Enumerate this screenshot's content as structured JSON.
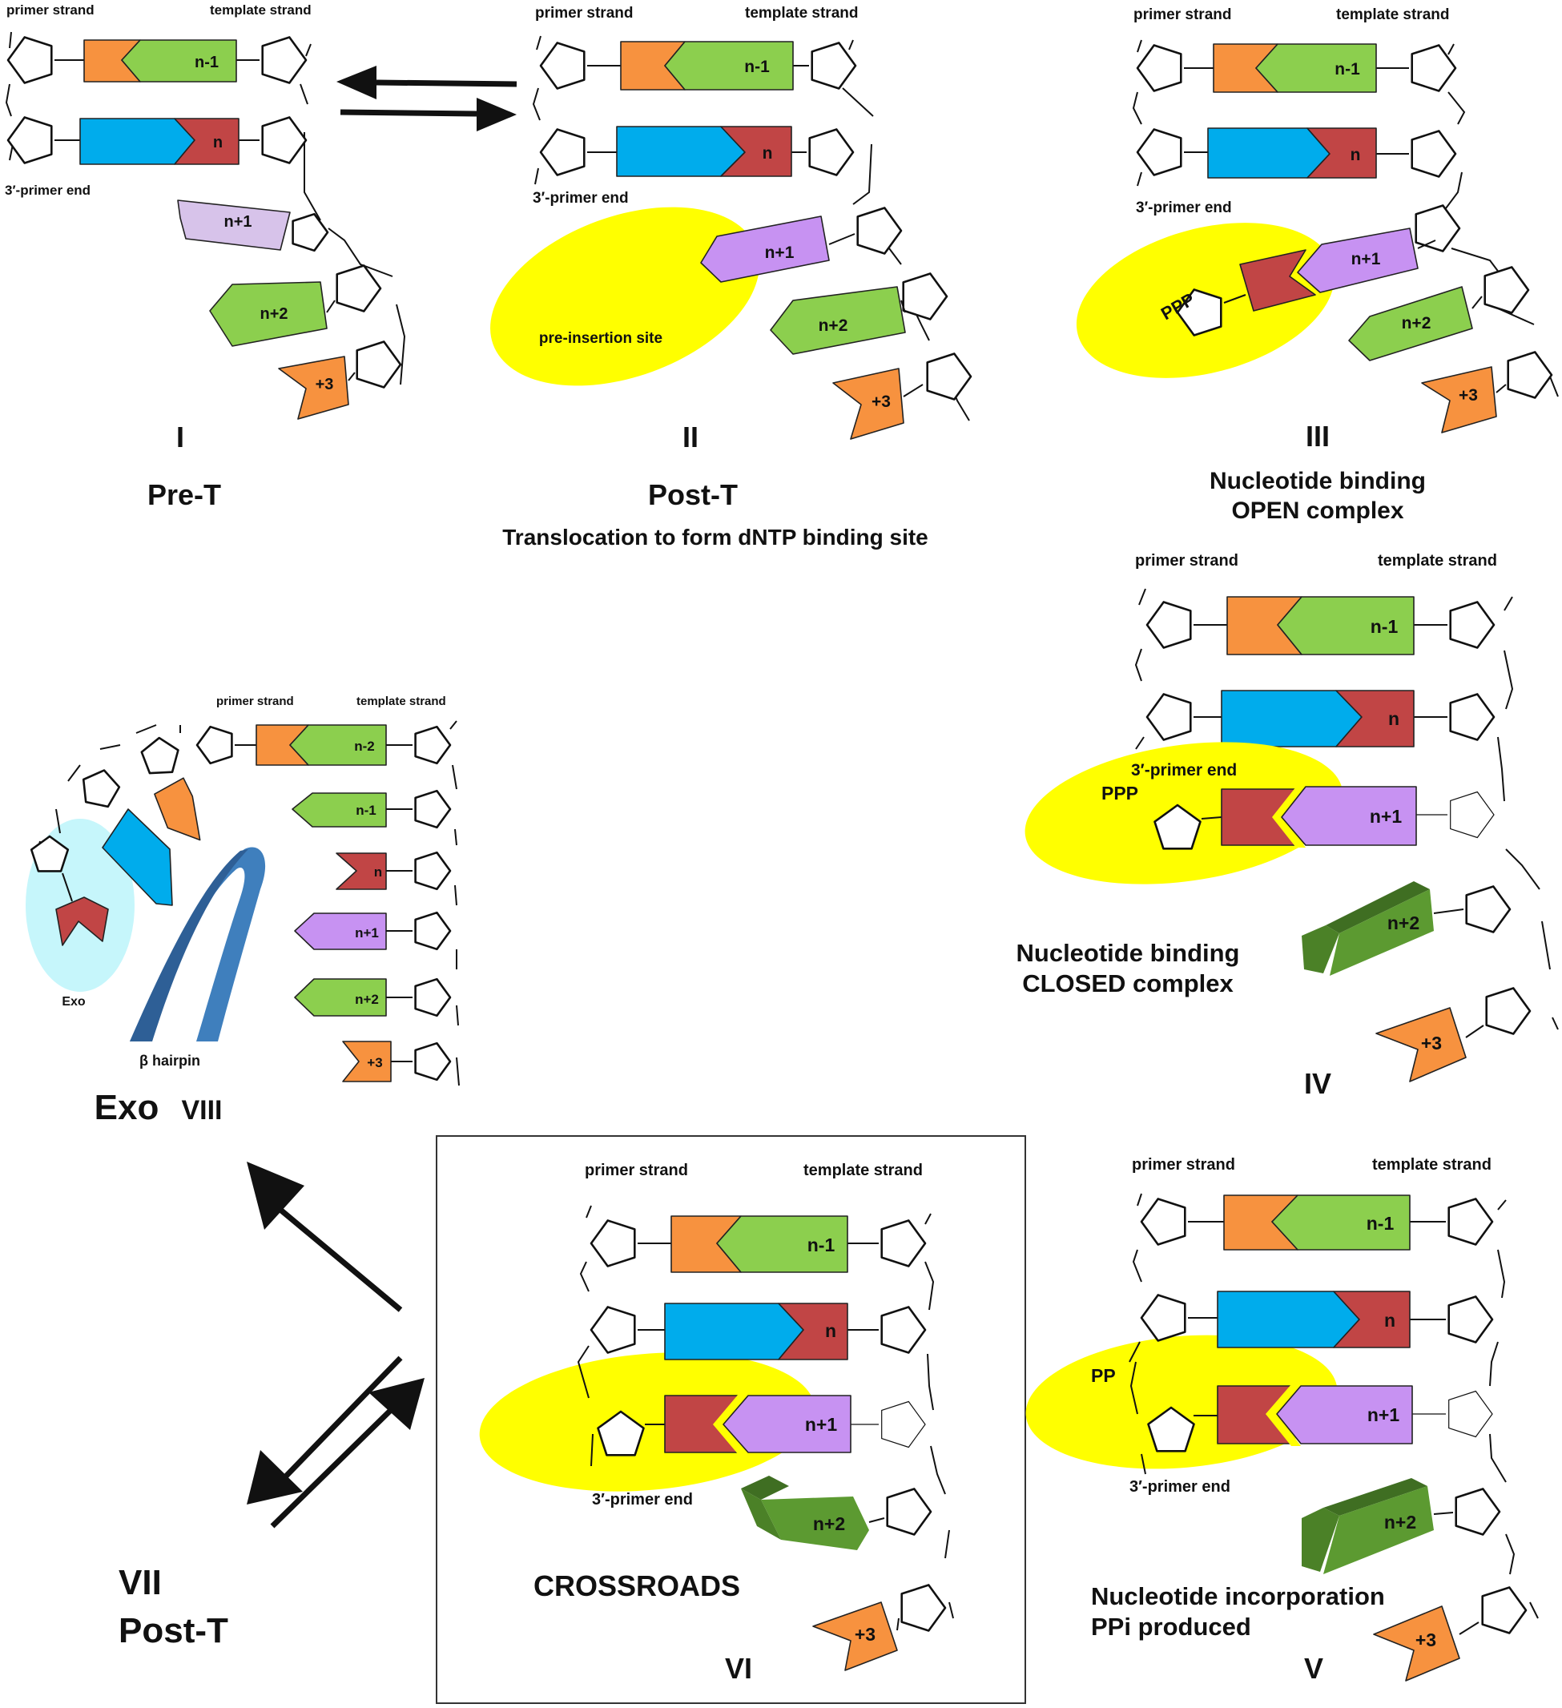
{
  "colors": {
    "orange": "#f7923f",
    "green": "#8ccf4e",
    "blue": "#00acec",
    "red": "#c14545",
    "purple": "#c792f2",
    "purple_light": "#d7c3ea",
    "green_dark": "#5c9a31",
    "yellow": "#ffff00",
    "cyan": "#c6f6fb",
    "hairpin": "#3f7fbd",
    "hairpin_dark": "#2e5f96"
  },
  "labels": {
    "primer_strand": "primer strand",
    "template_strand": "template strand",
    "primer_end": "3′-primer end",
    "pre_insertion": "pre-insertion site",
    "ppp": "PPP",
    "pp": "PP",
    "exo": "Exo",
    "beta_hairpin": "β hairpin",
    "base_nm1": "n-1",
    "base_n": "n",
    "base_np1": "n+1",
    "base_np2": "n+2",
    "base_p3": "+3",
    "base_nm2": "n-2"
  },
  "panels": {
    "I": {
      "numeral": "I",
      "title": "Pre-T"
    },
    "II": {
      "numeral": "II",
      "title": "Post-T",
      "subtitle": "Translocation to form dNTP binding site"
    },
    "III": {
      "numeral": "III",
      "title_line1": "Nucleotide binding",
      "title_line2": "OPEN complex"
    },
    "IV": {
      "numeral": "IV",
      "title_line1": "Nucleotide binding",
      "title_line2": "CLOSED complex"
    },
    "V": {
      "numeral": "V",
      "title_line1": "Nucleotide incorporation",
      "title_line2": "PPi produced"
    },
    "VI": {
      "numeral": "VI",
      "title": "CROSSROADS"
    },
    "VII": {
      "numeral": "VII",
      "title": "Post-T"
    },
    "VIII": {
      "numeral": "VIII",
      "title": "Exo"
    }
  }
}
